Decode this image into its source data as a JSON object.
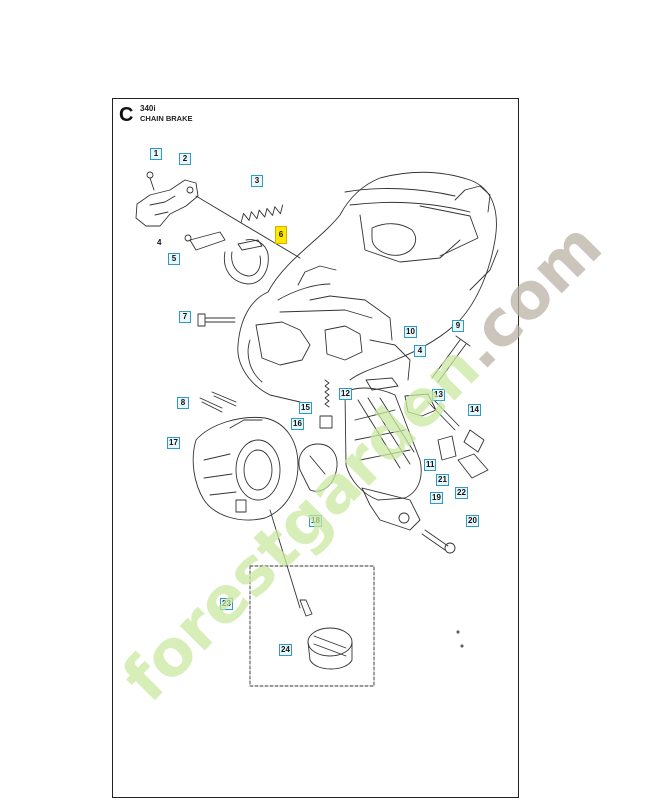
{
  "header": {
    "section_letter": "C",
    "model": "340i",
    "title": "CHAIN BRAKE"
  },
  "callouts": [
    "1",
    "2",
    "3",
    "6",
    "5",
    "7",
    "10",
    "9",
    "4",
    "8",
    "15",
    "12",
    "13",
    "14",
    "16",
    "17",
    "21",
    "22",
    "11",
    "19",
    "18",
    "20",
    "23",
    "24"
  ],
  "plain_labels": {
    "part4": "4"
  },
  "highlight": {
    "part": "6",
    "color": "#ffe800"
  },
  "watermark": {
    "text": "forestgarden.com",
    "colors": [
      "#c9e8a0",
      "#b9b1a6"
    ]
  }
}
